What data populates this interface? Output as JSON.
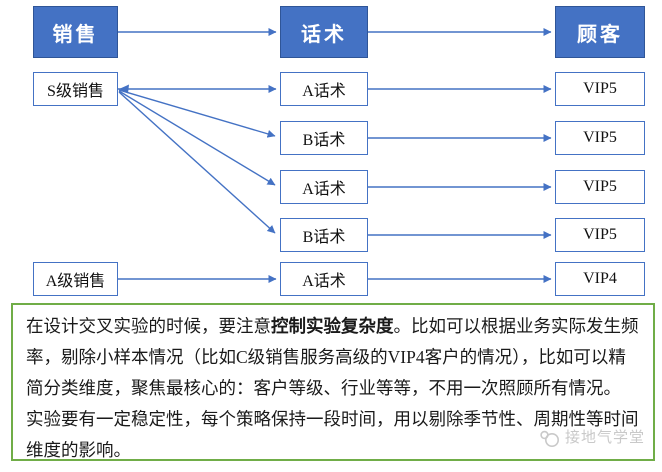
{
  "diagram": {
    "headers": [
      {
        "label": "销售"
      },
      {
        "label": "话术"
      },
      {
        "label": "顾客"
      }
    ],
    "rows": [
      {
        "left": "S级销售",
        "mid": "A话术",
        "right": "VIP5"
      },
      {
        "left": "",
        "mid": "B话术",
        "right": "VIP5"
      },
      {
        "left": "",
        "mid": "A话术",
        "right": "VIP5"
      },
      {
        "left": "",
        "mid": "B话术",
        "right": "VIP5"
      },
      {
        "left": "A级销售",
        "mid": "A话术",
        "right": "VIP4"
      }
    ],
    "colors": {
      "accent_blue": "#4472C4",
      "node_border_blue": "#4472C4",
      "note_border_green": "#70AD47",
      "watermark_gray": "#c9c9c9"
    }
  },
  "note": {
    "p1_pre": "在设计交叉实验的时候，要注意",
    "p1_bold": "控制实验复杂度",
    "p1_post": "。比如可以根据业务实际发生频率，剔除小样本情况（比如C级销售服务高级的VIP4客户的情况），比如可以精简分类维度，聚焦最核心的：客户等级、行业等等，不用一次照顾所有情况。",
    "p2": "实验要有一定稳定性，每个策略保持一段时间，用以剔除季节性、周期性等时间维度的影响。",
    "watermark": "接地气学堂"
  }
}
